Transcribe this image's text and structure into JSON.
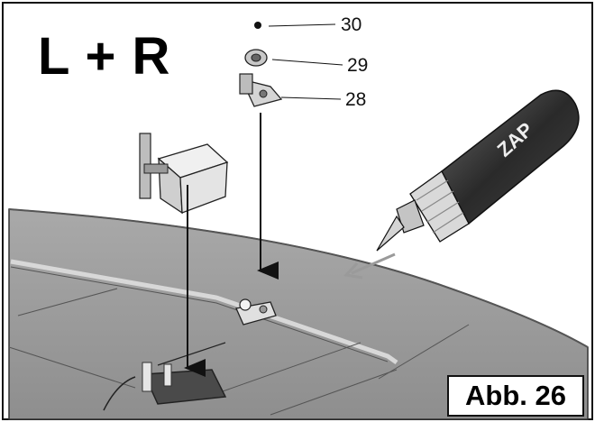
{
  "title": "L + R",
  "figure_label": "Abb. 26",
  "callouts": [
    {
      "number": "30"
    },
    {
      "number": "29"
    },
    {
      "number": "28"
    }
  ],
  "glue_bottle_label": "ZAP"
}
